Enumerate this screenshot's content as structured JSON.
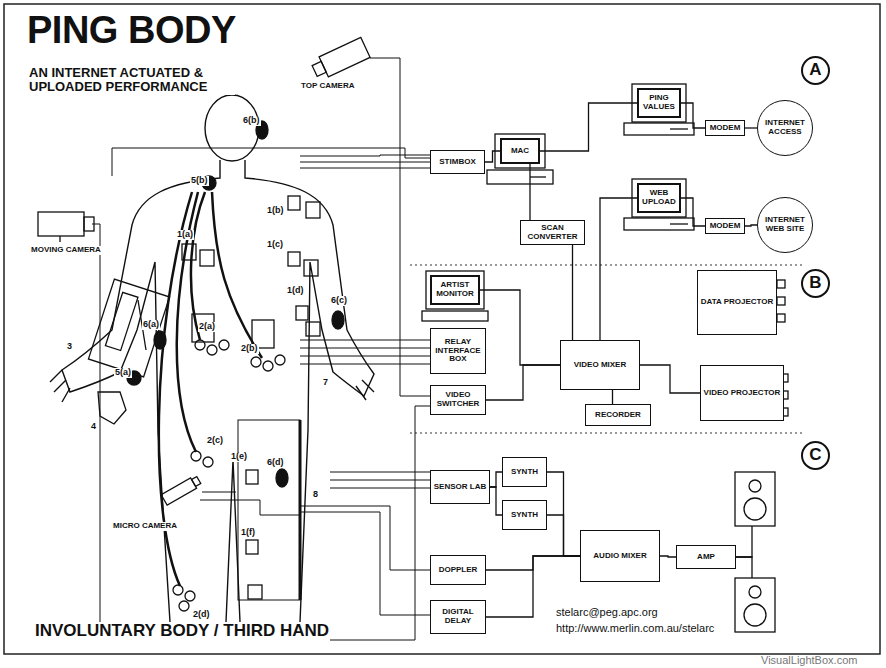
{
  "diagram": {
    "title": "PING BODY",
    "caption": "INVOLUNTARY BODY / THIRD HAND",
    "nodes": [
      {
        "text": [
          "A"
        ]
      },
      {
        "text": [
          "STIMBOX"
        ]
      },
      {
        "text": [
          "MAC"
        ]
      },
      {
        "text": [
          "PING VALUES"
        ]
      },
      {
        "text": [
          "MODEM"
        ]
      },
      {
        "text": [
          "INTERNET ACCESS"
        ]
      },
      {
        "text": [
          "WEB UPLOAD"
        ]
      },
      {
        "text": [
          "MODEM"
        ]
      },
      {
        "text": [
          "INTERNET WEB SITE"
        ]
      },
      {
        "text": [
          "SCAN CONVERTER"
        ]
      },
      {
        "text": [
          "B"
        ]
      },
      {
        "text": [
          "ARTIST MONITOR"
        ]
      },
      {
        "text": [
          "DATA PROJECTOR"
        ]
      },
      {
        "text": [
          "RELAY INTERFACE BOX"
        ]
      },
      {
        "text": [
          "VIDEO MIXER"
        ]
      },
      {
        "text": [
          "VIDEO SWITCHER"
        ]
      },
      {
        "text": [
          "VIDEO PROJECTOR"
        ]
      },
      {
        "text": [
          "RECORDER"
        ]
      },
      {
        "text": [
          "C"
        ]
      },
      {
        "text": [
          "SENSOR LAB"
        ]
      },
      {
        "text": [
          "SYNTH"
        ]
      },
      {
        "text": [
          "SYNTH"
        ]
      },
      {
        "text": [
          "AUDIO MIXER"
        ]
      },
      {
        "text": [
          "AMP"
        ]
      },
      {
        "text": [
          "DOPPLER"
        ]
      },
      {
        "text": [
          "DIGITAL DELAY"
        ]
      }
    ],
    "edges": [
      {
        "from": 1,
        "to": 2,
        "arrow": "none"
      },
      {
        "from": 2,
        "to": 3,
        "arrow": "none"
      },
      {
        "from": 3,
        "to": 4,
        "arrow": "none"
      },
      {
        "from": 4,
        "to": 5,
        "arrow": "none"
      },
      {
        "from": 2,
        "to": 9,
        "arrow": "none"
      },
      {
        "from": 6,
        "to": 7,
        "arrow": "none"
      },
      {
        "from": 7,
        "to": 8,
        "arrow": "none"
      },
      {
        "from": 9,
        "to": 14,
        "arrow": "none"
      },
      {
        "from": 11,
        "to": 14,
        "arrow": "none"
      },
      {
        "from": 14,
        "to": 6,
        "arrow": "none"
      },
      {
        "from": 15,
        "to": 14,
        "arrow": "none"
      },
      {
        "from": 14,
        "to": 16,
        "arrow": "none"
      },
      {
        "from": 14,
        "to": 17,
        "arrow": "none"
      },
      {
        "from": 19,
        "to": 20,
        "arrow": "none"
      },
      {
        "from": 19,
        "to": 21,
        "arrow": "none"
      },
      {
        "from": 20,
        "to": 22,
        "arrow": "none"
      },
      {
        "from": 21,
        "to": 22,
        "arrow": "none"
      },
      {
        "from": 22,
        "to": 23,
        "arrow": "none"
      },
      {
        "from": 24,
        "to": 22,
        "arrow": "none"
      },
      {
        "from": 25,
        "to": 22,
        "arrow": "none"
      }
    ],
    "labels": [
      "AN INTERNET ACTUATED & UPLOADED PERFORMANCE",
      "TOP CAMERA",
      "6(b)",
      "MOVING CAMERA",
      "5(b)",
      "1(b)",
      "1(a)",
      "1(c)",
      "1(d)",
      "6(c)",
      "6(a)",
      "2(a)",
      "2(b)",
      "3",
      "5(a)",
      "7",
      "4",
      "2(c)",
      "1(e)",
      "6(d)",
      "8",
      "MICRO CAMERA",
      "1(f)",
      "2(d)",
      "stelarc@peg.apc.org",
      "http://www.merlin.com.au/stelarc",
      "VisualLightBox.com"
    ]
  }
}
